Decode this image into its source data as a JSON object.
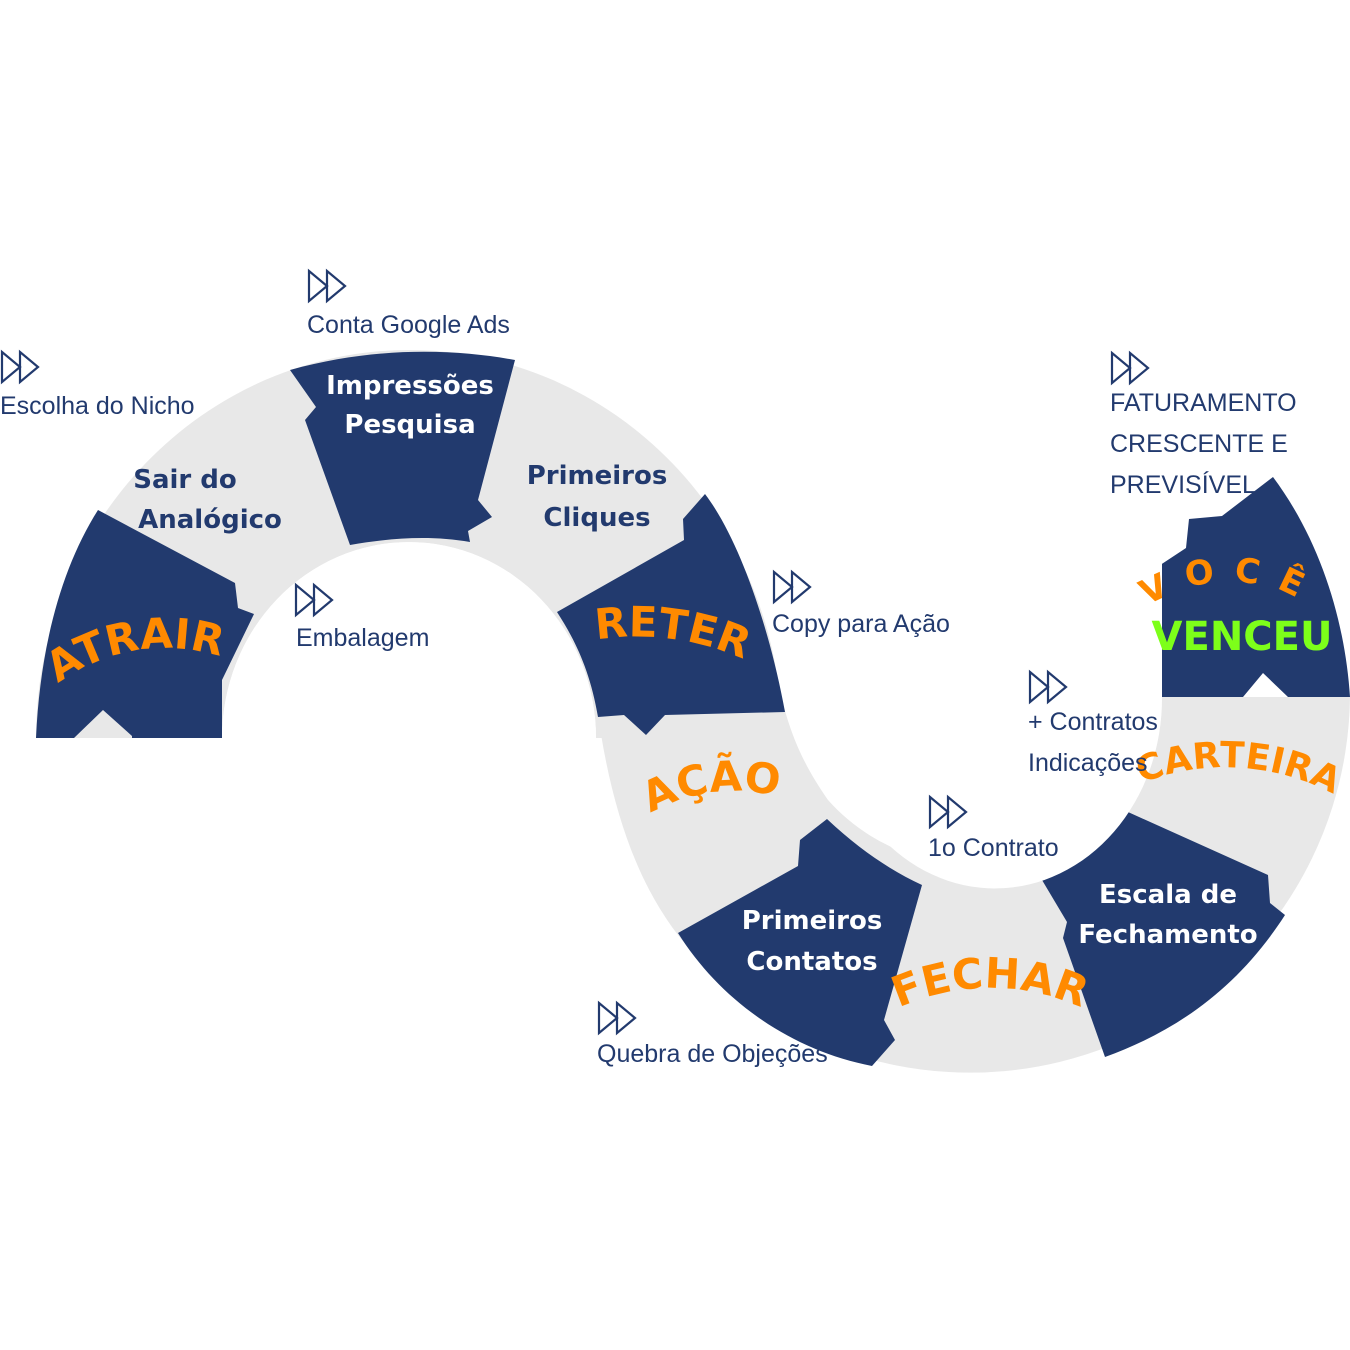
{
  "colors": {
    "navy": "#223a6e",
    "gray": "#e8e8e8",
    "orange": "#ff8a00",
    "green": "#7dff1a",
    "white": "#ffffff"
  },
  "segments": {
    "atrair": "ATRAIR",
    "sair_line1": "Sair do",
    "sair_line2": "Analógico",
    "impressoes_line1": "Impressões",
    "impressoes_line2": "Pesquisa",
    "primeiros_cliques_line1": "Primeiros",
    "primeiros_cliques_line2": "Cliques",
    "reter": "RETER",
    "acao": "AÇÃO",
    "primeiros_contatos_line1": "Primeiros",
    "primeiros_contatos_line2": "Contatos",
    "fechar": "FECHAR",
    "escala_line1": "Escala de",
    "escala_line2": "Fechamento",
    "carteira": "CARTEIRA",
    "voce": "VOCÊ",
    "venceu": "VENCEU"
  },
  "notes": {
    "escolha_nicho": "Escolha do Nicho",
    "conta_google_ads": "Conta Google Ads",
    "embalagem": "Embalagem",
    "copy_para_acao": "Copy para Ação",
    "contratos_line1": "+ Contratos",
    "contratos_line2": "Indicações",
    "primeiro_contrato": "1o Contrato",
    "quebra_objecoes": "Quebra de Objeções",
    "faturamento_line1": "FATURAMENTO",
    "faturamento_line2": "CRESCENTE E",
    "faturamento_line3": "PREVISÍVEL"
  },
  "icons": [
    "fast-forward-icon"
  ]
}
